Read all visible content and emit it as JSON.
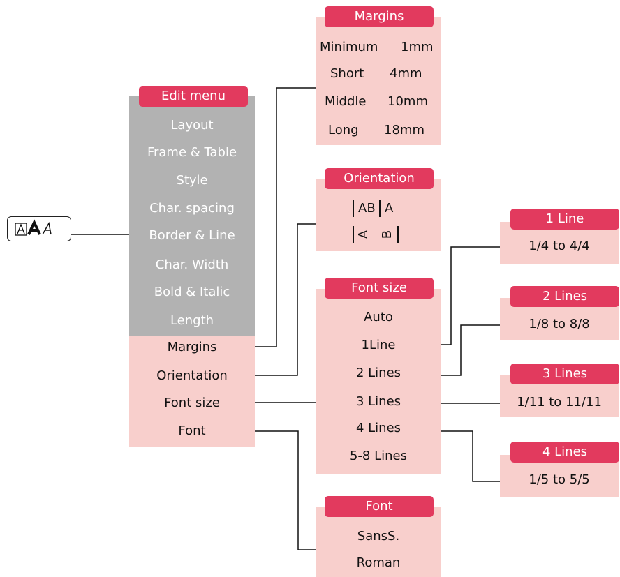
{
  "key_button": {
    "label": "AA",
    "icon": "font-style-key-icon"
  },
  "edit_menu": {
    "header": "Edit menu",
    "disabled_items": [
      "Layout",
      "Frame & Table",
      "Style",
      "Char. spacing",
      "Border & Line",
      "Char. Width",
      "Bold & Italic",
      "Length"
    ],
    "active_items": [
      "Margins",
      "Orientation",
      "Font size",
      "Font"
    ]
  },
  "margins": {
    "header": "Margins",
    "rows": [
      {
        "name": "Minimum",
        "value": "1mm"
      },
      {
        "name": "Short",
        "value": "4mm"
      },
      {
        "name": "Middle",
        "value": "10mm"
      },
      {
        "name": "Long",
        "value": "18mm"
      }
    ]
  },
  "orientation": {
    "header": "Orientation",
    "horizontal_text": "AB",
    "horizontal_tail": "A",
    "vertical_a": "A",
    "vertical_b": "B"
  },
  "font_size": {
    "header": "Font size",
    "items": [
      "Auto",
      "1Line",
      "2 Lines",
      "3 Lines",
      "4 Lines",
      "5-8 Lines"
    ]
  },
  "line_boxes": [
    {
      "header": "1 Line",
      "value": "1/4 to 4/4"
    },
    {
      "header": "2 Lines",
      "value": "1/8 to 8/8"
    },
    {
      "header": "3 Lines",
      "value": "1/11 to 11/11"
    },
    {
      "header": "4 Lines",
      "value": "1/5 to 5/5"
    }
  ],
  "font": {
    "header": "Font",
    "items": [
      "SansS.",
      "Roman"
    ]
  },
  "colors": {
    "header": "#e23a5e",
    "panel": "#f8cfcc",
    "disabled_panel": "#b2b2b2"
  }
}
